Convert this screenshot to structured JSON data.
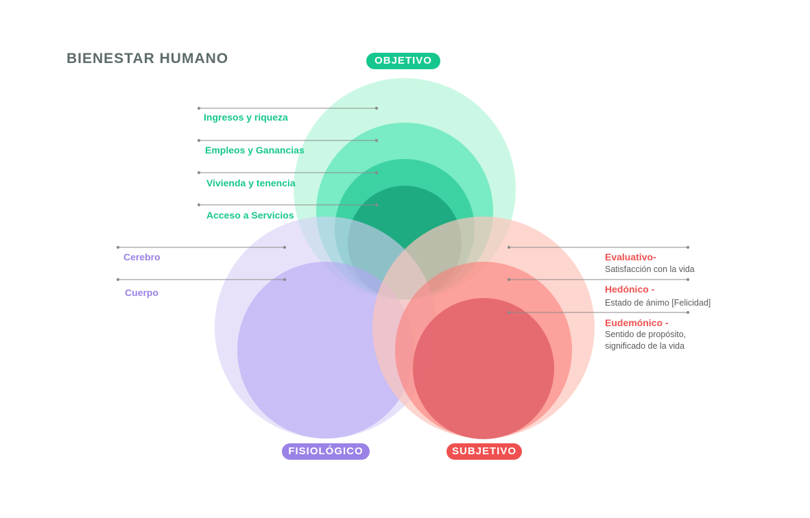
{
  "title": "BIENESTAR HUMANO",
  "colors": {
    "objetivo": "#16c68f",
    "fisiologico": "#9a82e6",
    "subjetivo": "#ef5050",
    "title": "#5d6b6b",
    "leader_line": "#8a8a8a"
  },
  "groups": {
    "objetivo": {
      "label": "OBJETIVO",
      "items": [
        "Ingresos y riqueza",
        "Empleos y Ganancias",
        "Vivienda y tenencia",
        "Acceso a Servicios"
      ]
    },
    "fisiologico": {
      "label": "FISIOLÓGICO",
      "items": [
        "Cerebro",
        "Cuerpo"
      ]
    },
    "subjetivo": {
      "label": "SUBJETIVO",
      "items": [
        {
          "title": "Evaluativo-",
          "desc": "Satisfacción con la vida"
        },
        {
          "title": "Hedónico -",
          "desc": "Estado de ánimo [Felicidad]"
        },
        {
          "title": "Eudemónico -",
          "desc_line1": "Sentido de propósito,",
          "desc_line2": "significado de la vida"
        }
      ]
    }
  }
}
